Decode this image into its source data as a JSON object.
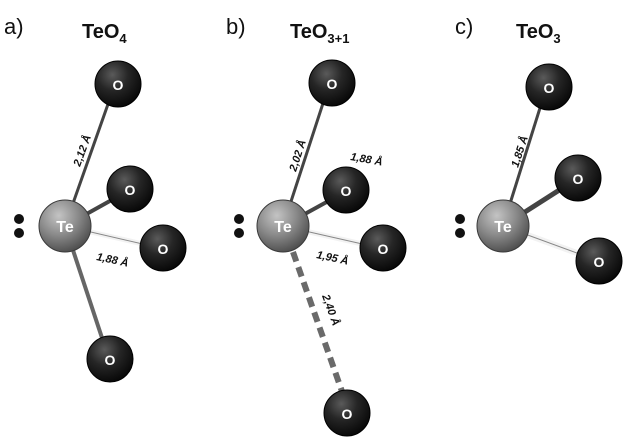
{
  "colors": {
    "oxygen_fill": "#1c1c1c",
    "oxygen_edge": "#000000",
    "tellurium_fill": "#8a8a8a",
    "tellurium_edge": "#3a3a3a",
    "bond_dark": "#444444",
    "bond_light": "#f2f2f2",
    "long_bond": "#6a6a6a",
    "lone_pair": "#111111"
  },
  "labels": {
    "oxygen_symbol": "O",
    "tellurium_symbol": "Te"
  },
  "panels": [
    {
      "id": "a",
      "letter": "a)",
      "formula_base": "TeO",
      "formula_sub": "4",
      "bond_labels": [
        "2,12 Å",
        "1,88 Å"
      ]
    },
    {
      "id": "b",
      "letter": "b)",
      "formula_base": "TeO",
      "formula_sub": "3+1",
      "bond_labels": [
        "2,02 Å",
        "1,88 Å",
        "1,95 Å",
        "2,40 Å"
      ]
    },
    {
      "id": "c",
      "letter": "c)",
      "formula_base": "TeO",
      "formula_sub": "3",
      "bond_labels": [
        "1,85 Å"
      ]
    }
  ]
}
